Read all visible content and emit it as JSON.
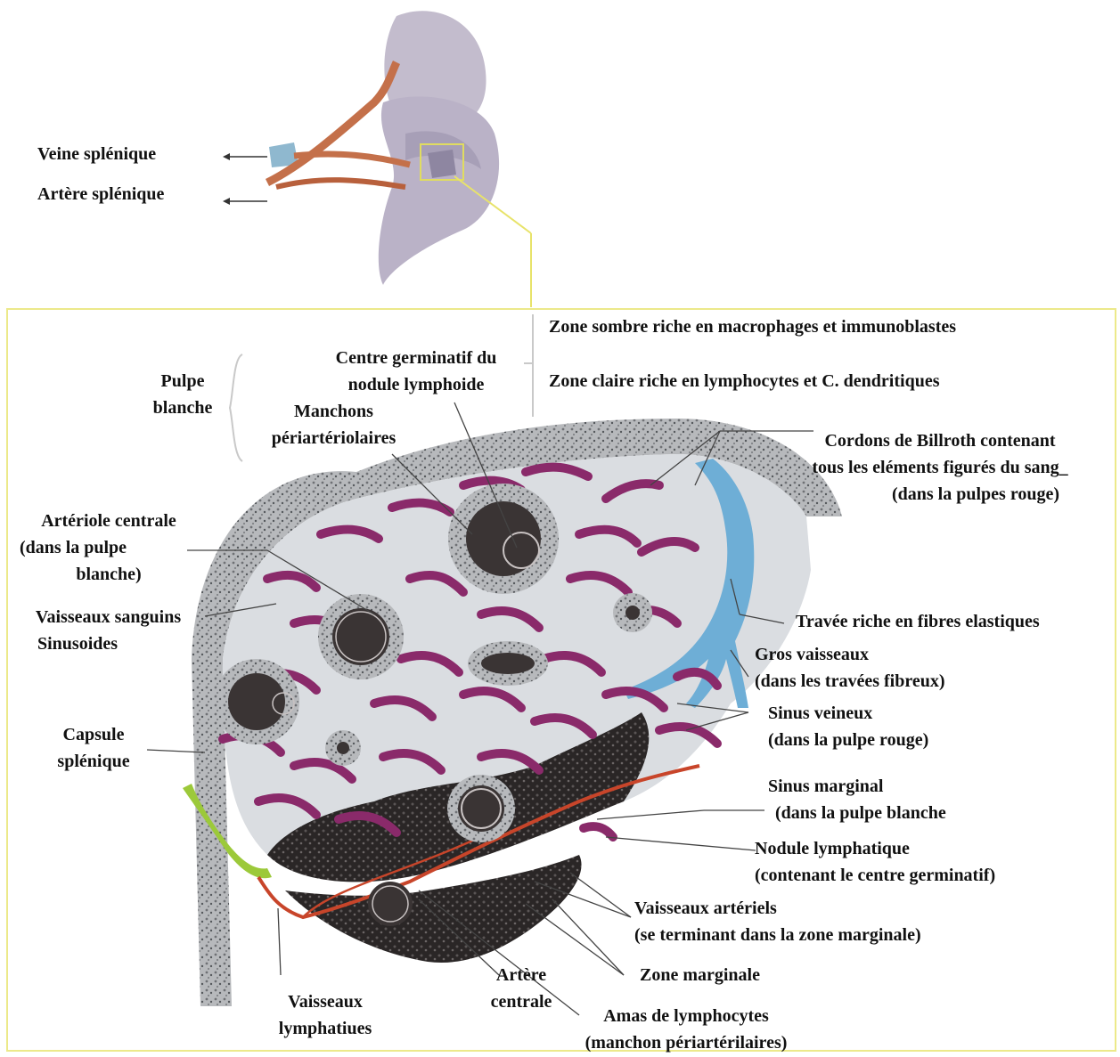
{
  "colors": {
    "frame": "#ece98a",
    "spleen": "#bdb5c9",
    "vein": "#8fb8cf",
    "artery": "#c4704a",
    "cord": "#8a2a6a",
    "trabecula": "#6eaed6",
    "capsule_lining": "#9cc93a",
    "marginal_vessel": "#c8452a",
    "dark_tissue": "#2f2b2b",
    "pulp_background": "#dadde1"
  },
  "top_labels": {
    "vein": "Veine splénique",
    "artery": "Artère splénique"
  },
  "labels": {
    "zone_sombre": "Zone sombre riche en macrophages et immunoblastes",
    "zone_claire": "Zone claire riche en lymphocytes et C. dendritiques",
    "centre_germinatif": [
      "Centre germinatif du",
      "nodule lymphoide"
    ],
    "pulpe_blanche": [
      "Pulpe",
      "blanche"
    ],
    "manchons": [
      "Manchons",
      "périartériolaires"
    ],
    "cordons": [
      "Cordons de Billroth  contenant",
      "tous les eléments  figurés du sang_",
      "(dans la pulpes rouge)"
    ],
    "arteriole": [
      "Artériole centrale",
      "(dans la pulpe",
      "blanche)"
    ],
    "vaisseaux_sanguins": [
      "Vaisseaux  sanguins",
      "Sinusoides"
    ],
    "travee": "Travée riche en fibres elastiques",
    "gros_vaisseaux": [
      "Gros vaisseaux",
      "(dans les travées fibreux)"
    ],
    "sinus_veineux": [
      "Sinus veineux",
      "(dans la pulpe rouge)"
    ],
    "capsule": [
      "Capsule",
      "splénique"
    ],
    "sinus_marginal": [
      "Sinus marginal",
      "(dans la pulpe blanche"
    ],
    "nodule": [
      "Nodule lymphatique",
      "(contenant le centre  germinatif)"
    ],
    "vaisseaux_arteriels": [
      "Vaisseaux artériels",
      "(se terminant dans la zone marginale)"
    ],
    "zone_marginale": "Zone marginale",
    "artere_centrale": [
      "Artère",
      "centrale"
    ],
    "amas": [
      "Amas de lymphocytes",
      "(manchon périartérilaires)"
    ],
    "vaisseaux_lymph": [
      "Vaisseaux",
      "lymphatiues"
    ]
  }
}
